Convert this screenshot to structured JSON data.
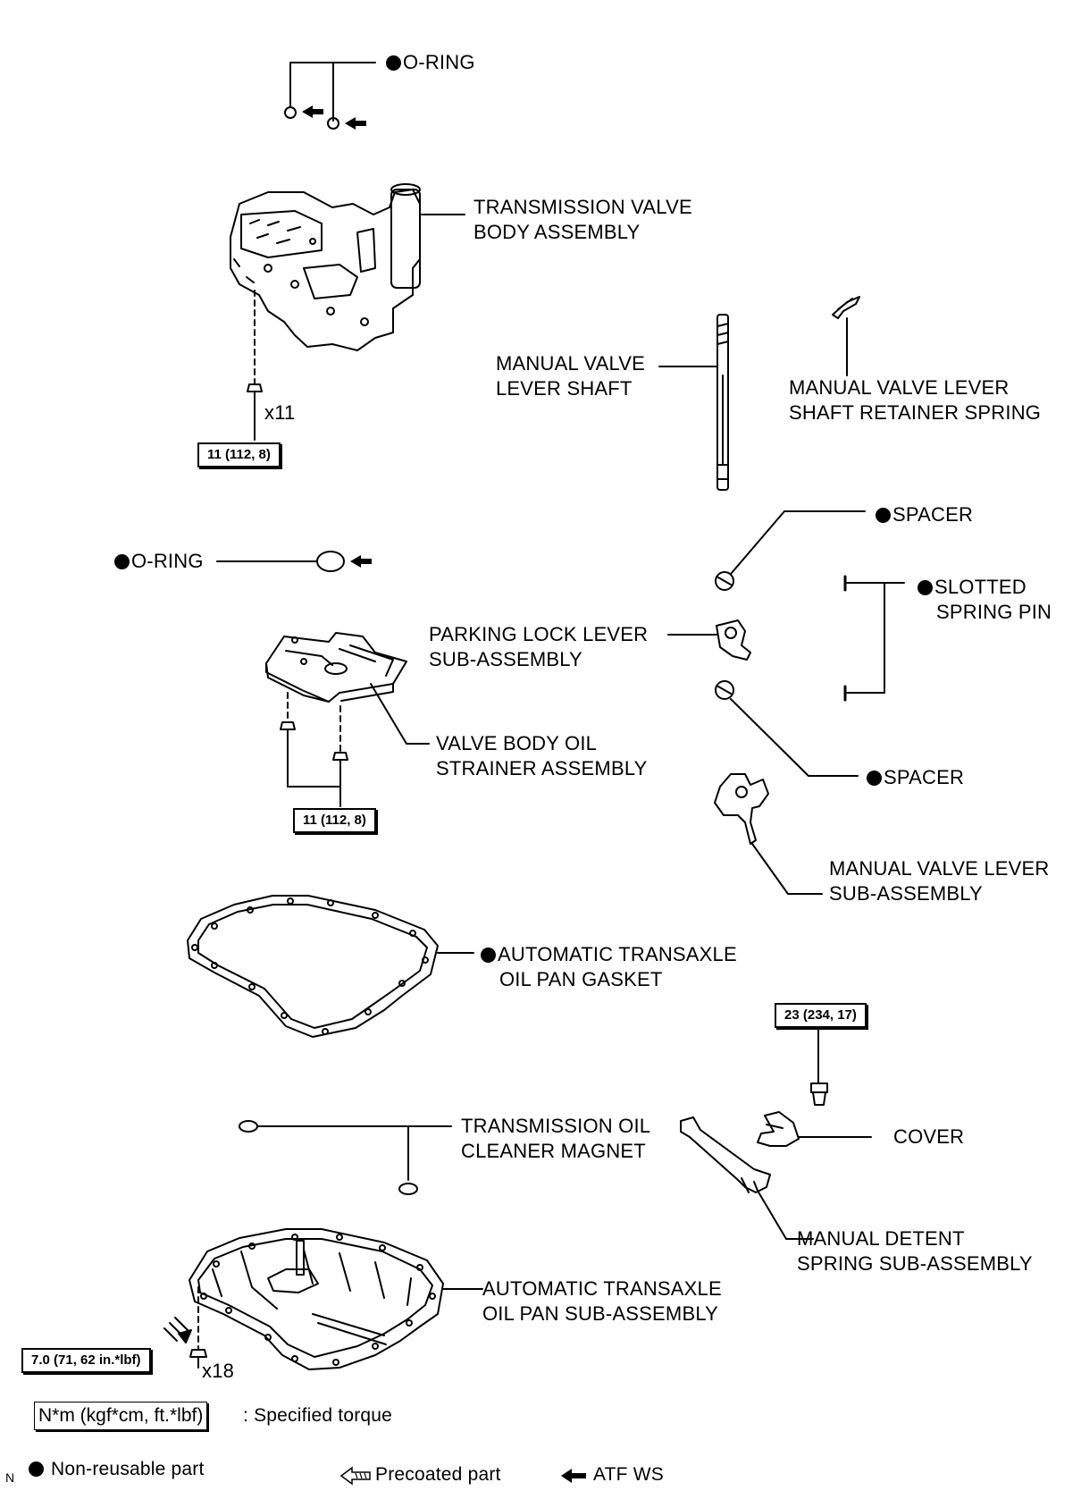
{
  "labels": {
    "oring_top": "O-RING",
    "valve_body_1": "TRANSMISSION VALVE",
    "valve_body_2": "BODY ASSEMBLY",
    "lever_shaft_1": "MANUAL VALVE",
    "lever_shaft_2": "LEVER SHAFT",
    "retainer_1": "MANUAL VALVE LEVER",
    "retainer_2": "SHAFT RETAINER SPRING",
    "spacer_top": "SPACER",
    "oring_mid": "O-RING",
    "slotted_1": "SLOTTED",
    "slotted_2": "SPRING PIN",
    "parking_1": "PARKING LOCK LEVER",
    "parking_2": "SUB-ASSEMBLY",
    "strainer_1": "VALVE BODY OIL",
    "strainer_2": "STRAINER ASSEMBLY",
    "spacer_bottom": "SPACER",
    "manual_lever_1": "MANUAL VALVE LEVER",
    "manual_lever_2": "SUB-ASSEMBLY",
    "gasket_1": "AUTOMATIC TRANSAXLE",
    "gasket_2": "OIL PAN GASKET",
    "magnet_1": "TRANSMISSION OIL",
    "magnet_2": "CLEANER MAGNET",
    "cover": "COVER",
    "detent_1": "MANUAL DETENT",
    "detent_2": "SPRING SUB-ASSEMBLY",
    "oil_pan_1": "AUTOMATIC TRANSAXLE",
    "oil_pan_2": "OIL PAN SUB-ASSEMBLY"
  },
  "quantities": {
    "valve_body_bolts": "x11",
    "oil_pan_bolts": "x18"
  },
  "torques": {
    "valve_body": "11 (112, 8)",
    "strainer": "11 (112, 8)",
    "cover_bolt": "23 (234, 17)",
    "oil_pan": "7.0 (71, 62 in.*lbf)"
  },
  "legend": {
    "torque_unit": "N*m (kgf*cm, ft.*lbf)",
    "torque_desc": ": Specified torque",
    "non_reusable": "Non-reusable part",
    "precoated": "Precoated part",
    "atf": "ATF WS"
  },
  "corner_mark": "N"
}
